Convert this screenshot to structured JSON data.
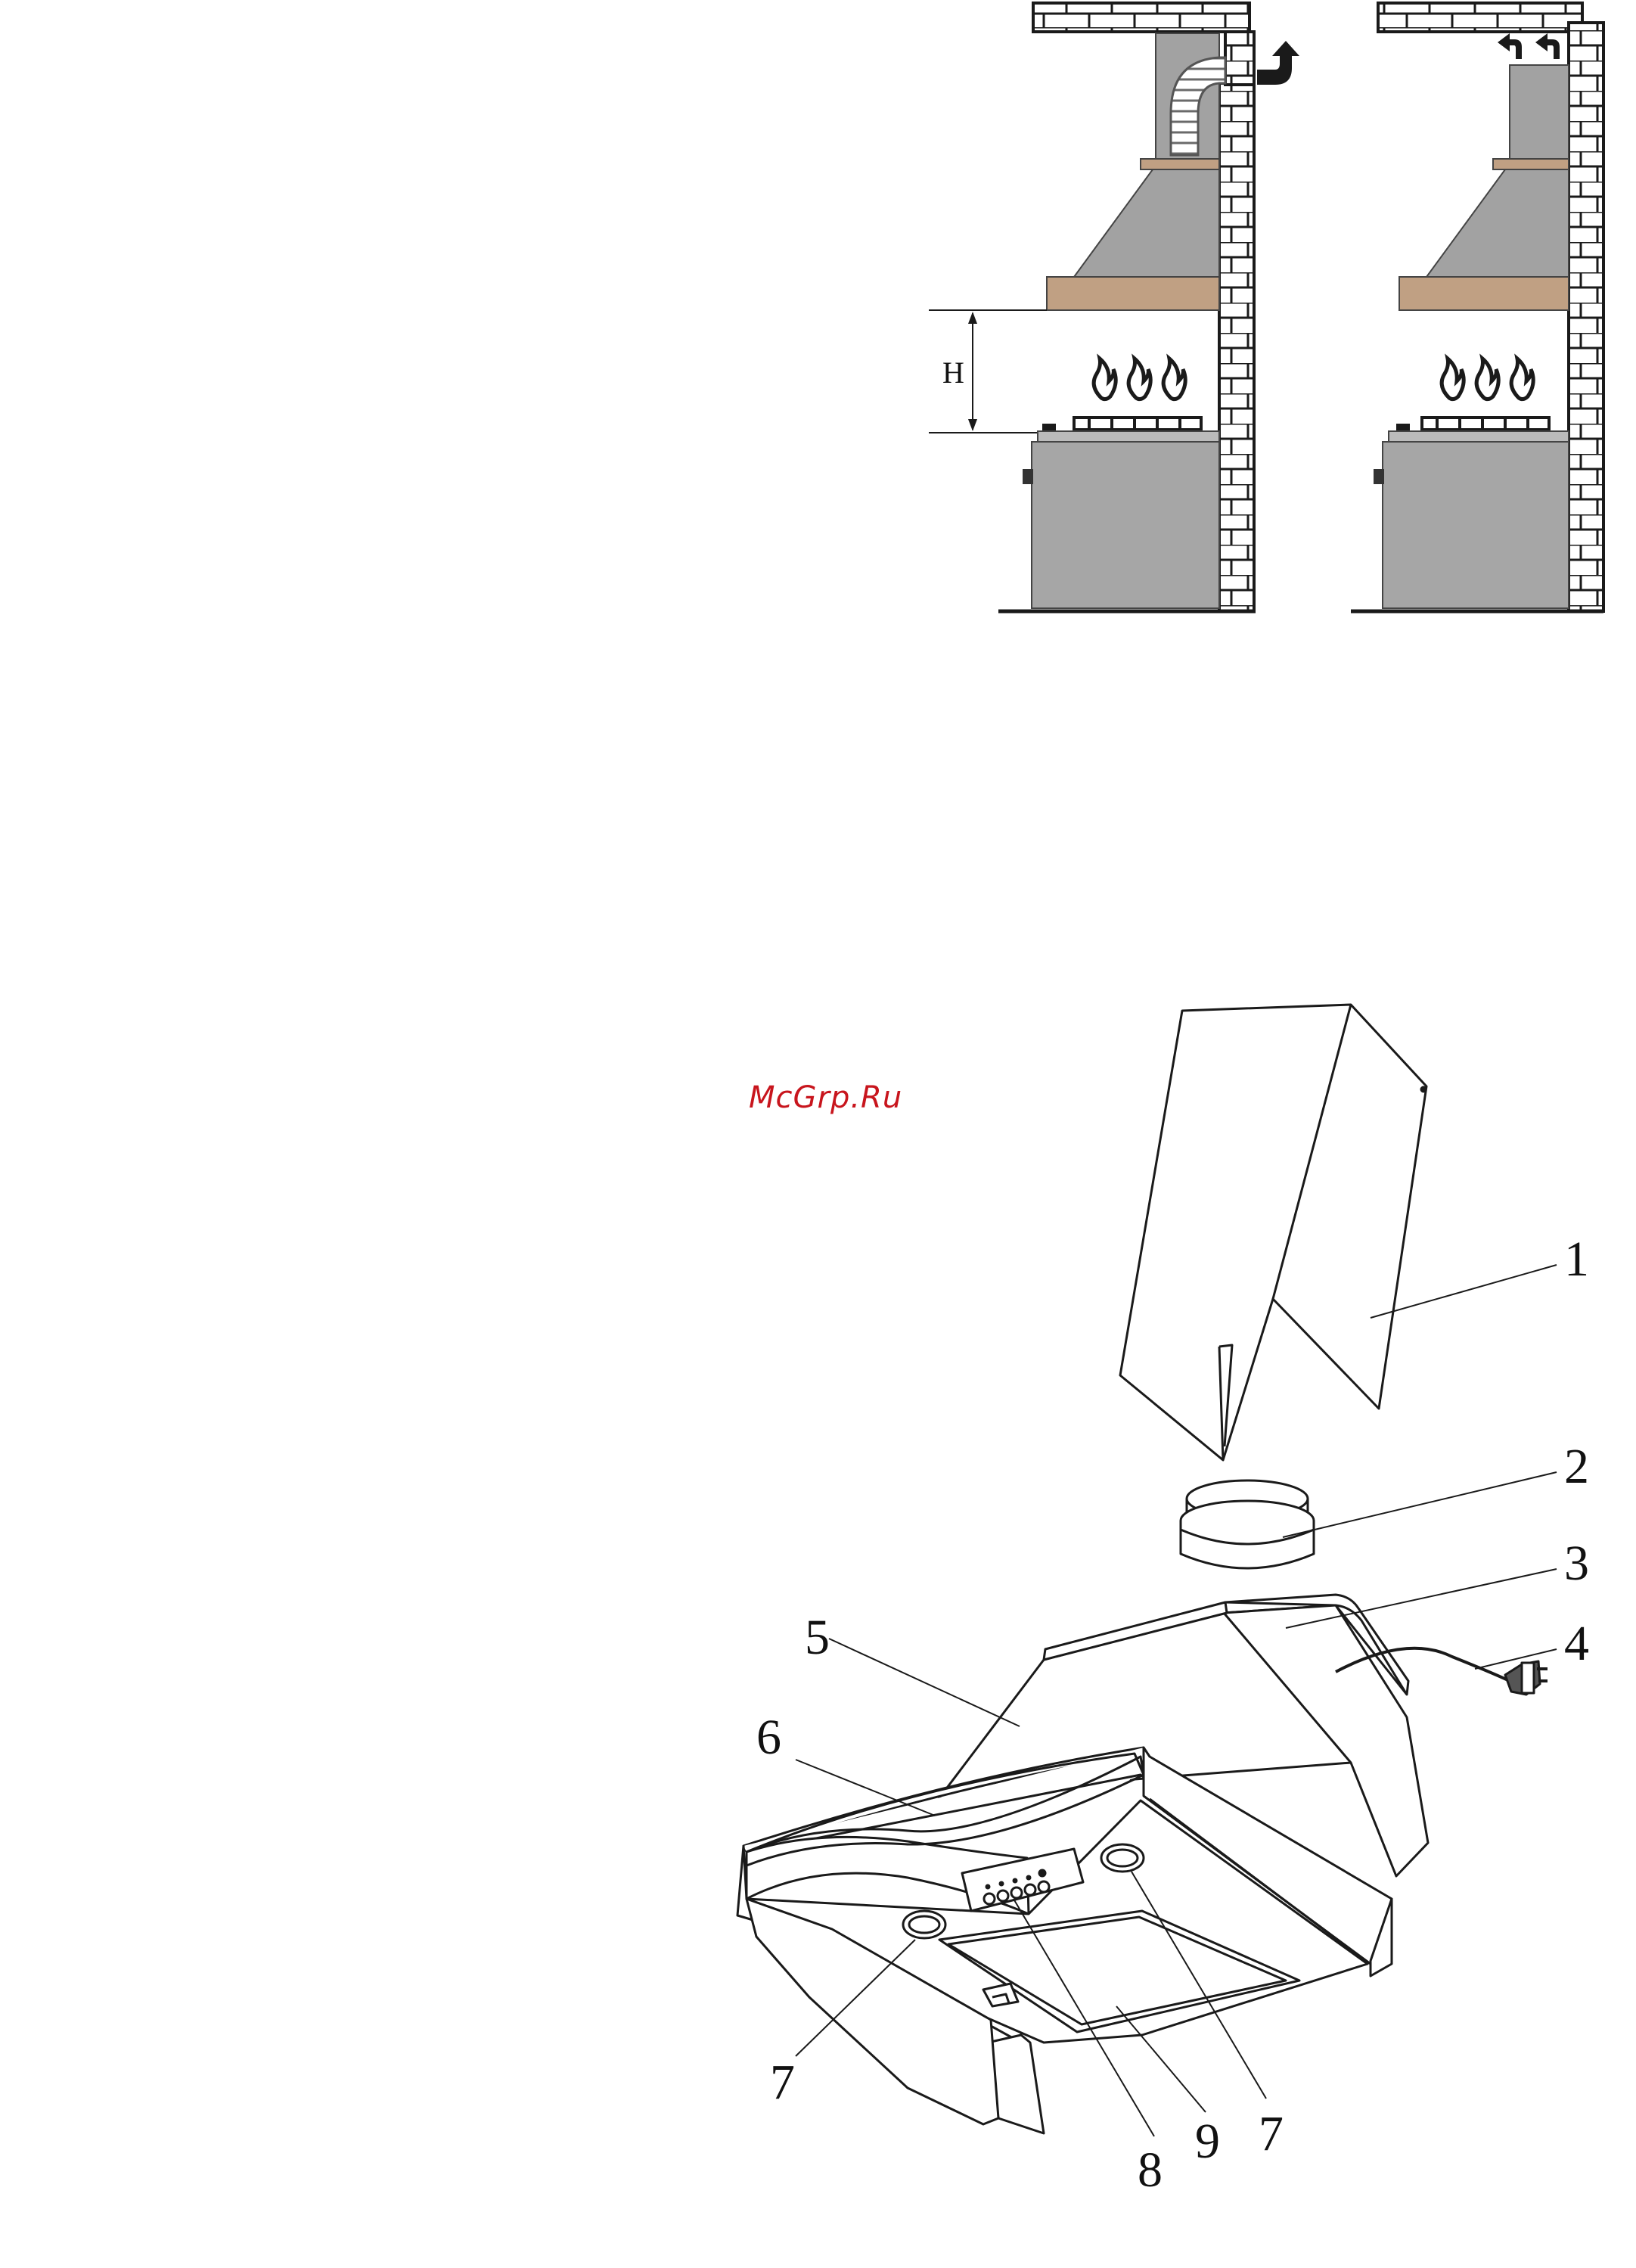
{
  "watermark": "McGrp.Ru",
  "installation": {
    "height_label": "H"
  },
  "parts": [
    {
      "number": "1"
    },
    {
      "number": "2"
    },
    {
      "number": "3"
    },
    {
      "number": "4"
    },
    {
      "number": "5"
    },
    {
      "number": "6"
    },
    {
      "number": "7"
    },
    {
      "number": "8"
    },
    {
      "number": "9"
    },
    {
      "number": "7"
    }
  ],
  "colors": {
    "hood_gray": "#a2a2a2",
    "stove_gray": "#a6a6a6",
    "cabinet_wood": "#c0a083",
    "brick_line": "#1a1a1a",
    "watermark": "#c8151d"
  }
}
